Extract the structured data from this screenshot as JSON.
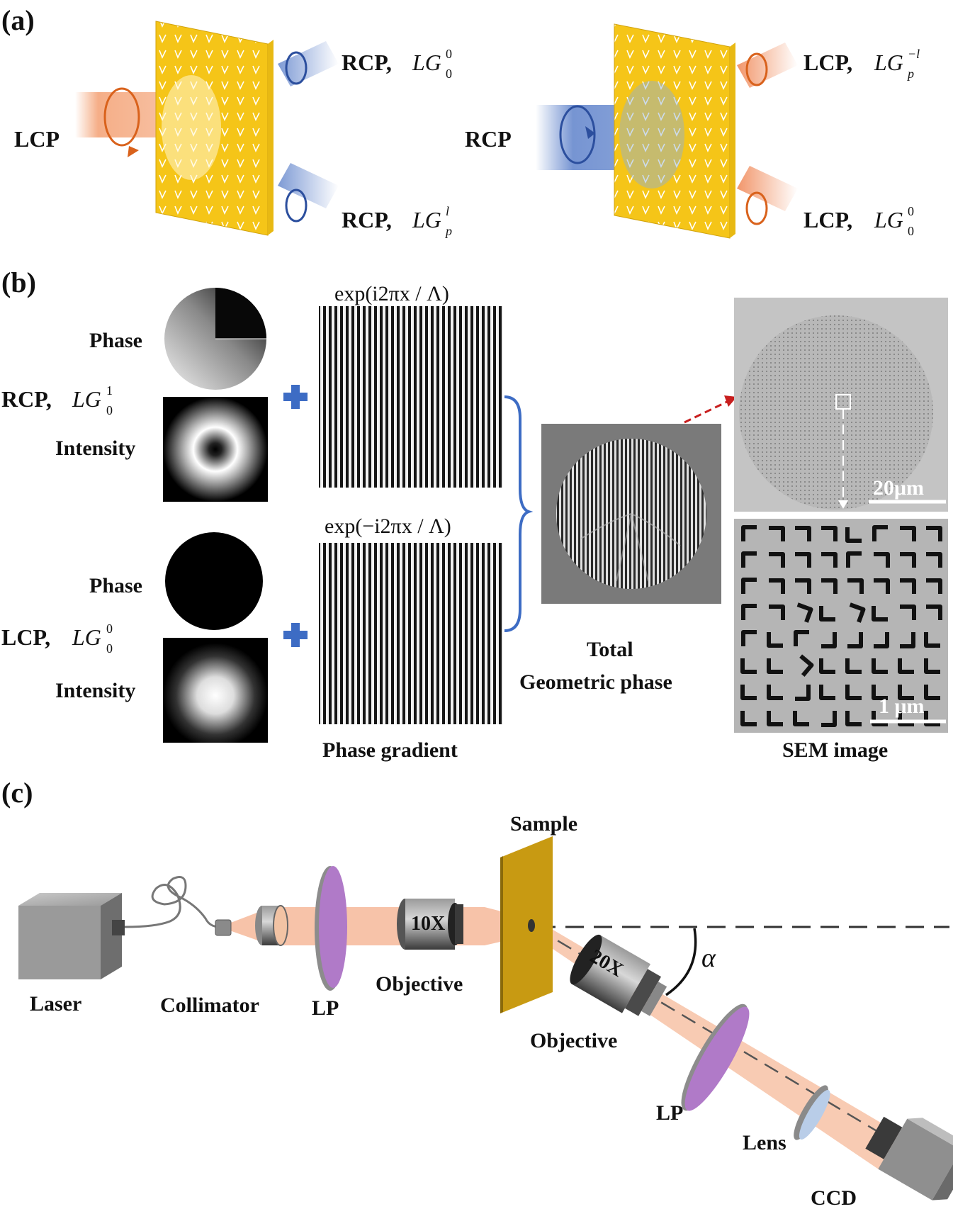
{
  "panel_a": {
    "label": "(a)",
    "left": {
      "input": "LCP",
      "out_top_pol": "RCP,",
      "out_top_mode": "LG",
      "out_top_sup": "0",
      "out_top_sub": "0",
      "out_bot_pol": "RCP,",
      "out_bot_mode": "LG",
      "out_bot_sup": "l",
      "out_bot_sub": "p"
    },
    "right": {
      "input": "RCP",
      "out_top_pol": "LCP,",
      "out_top_mode": "LG",
      "out_top_sup": "−l",
      "out_top_sub": "p",
      "out_bot_pol": "LCP,",
      "out_bot_mode": "LG",
      "out_bot_sup": "0",
      "out_bot_sub": "0"
    },
    "colors": {
      "gold": "#f5c518",
      "orange_beam": "#f4a57a",
      "blue_beam": "#6f8fd0",
      "orange_arrow": "#d9621c",
      "blue_arrow": "#2c4f9e"
    }
  },
  "panel_b": {
    "label": "(b)",
    "phase_label_1": "Phase",
    "rcp_label": "RCP,",
    "rcp_mode": "LG",
    "rcp_sup": "1",
    "rcp_sub": "0",
    "intensity_label_1": "Intensity",
    "phase_label_2": "Phase",
    "lcp_label": "LCP,",
    "lcp_mode": "LG",
    "lcp_sup": "0",
    "lcp_sub": "0",
    "intensity_label_2": "Intensity",
    "grad_top_formula": "exp(i2πx / Λ)",
    "grad_bottom_formula": "exp(−i2πx / Λ)",
    "grad_caption": "Phase gradient",
    "total_caption_1": "Total",
    "total_caption_2": "Geometric phase",
    "sem_scale_1": "20μm",
    "sem_scale_2": "1 μm",
    "sem_caption": "SEM image",
    "colors": {
      "plus": "#3d6cc4",
      "brace": "#3d6cc4",
      "red_arrow": "#c81e1e"
    }
  },
  "panel_c": {
    "label": "(c)",
    "laser": "Laser",
    "collimator": "Collimator",
    "lp1": "LP",
    "objective1": "Objective",
    "objective1_mag": "10X",
    "sample": "Sample",
    "objective2": "Objective",
    "objective2_mag": "20X",
    "alpha": "α",
    "lp2": "LP",
    "lens": "Lens",
    "ccd": "CCD",
    "colors": {
      "beam": "#f6b99a",
      "polarizer": "#b07ac8",
      "sample": "#c89a12"
    }
  }
}
